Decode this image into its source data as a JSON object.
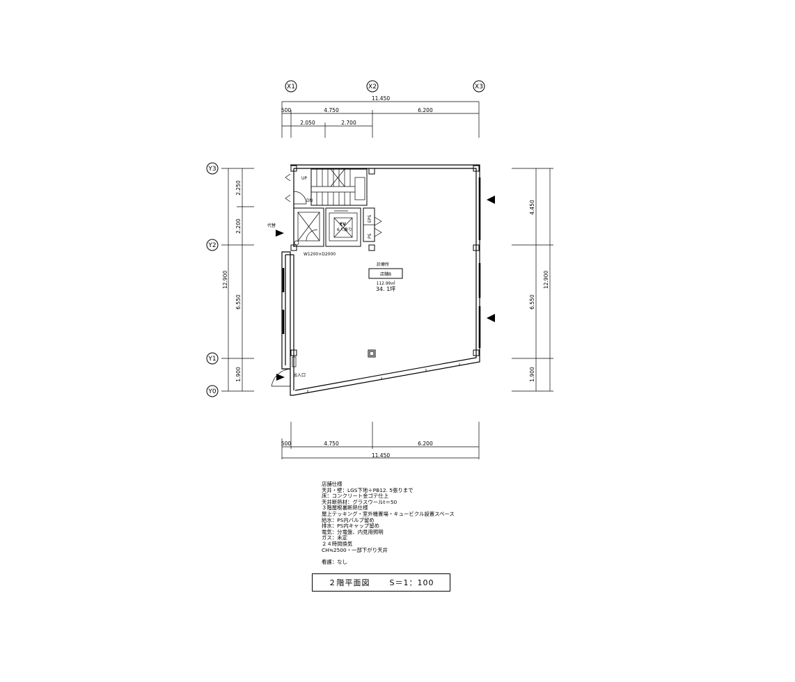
{
  "grid": {
    "x": [
      "X1",
      "X2",
      "X3"
    ],
    "y": [
      "Y3",
      "Y2",
      "Y1",
      "Y0"
    ]
  },
  "dims": {
    "total_width": "11.450",
    "top_row": [
      "500",
      "4.750",
      "6.200"
    ],
    "top_sub": [
      "2.050",
      "2.700"
    ],
    "bottom_row": [
      "500",
      "4.750",
      "6.200"
    ],
    "bottom_total": "11.450",
    "left_total": "12.900",
    "left_parts": [
      "2.250",
      "2.200",
      "6.550",
      "1.900"
    ],
    "right_total": "12.900",
    "right_parts": [
      "4.450",
      "6.550",
      "1.900"
    ]
  },
  "plan": {
    "up_label": "UP",
    "dn_label": "DN",
    "ev_label": "EV",
    "ev_cap": "6人乗り",
    "ps_label": "PS",
    "eps_label": "EPS",
    "shaft_note": "W1200×D2000",
    "entrance_left": "代替",
    "entrance_bottom": "出入口",
    "room_title": "診療所",
    "room_name": "店舗B",
    "area_m2": "112.99㎡",
    "area_tsubo": "34. 1坪"
  },
  "spec": {
    "lines": [
      "店舗仕様",
      "天井・壁：LGS下地＋PB12. 5張りまで",
      "床：コンクリート金ゴテ仕上",
      "天井断熱材：グラスウールt＝50",
      "３階屋根裏断熱仕様",
      "屋上テッキング・室外機置場・キュービクル設置スペース",
      "給水：PS内バルブ留め",
      "排水：PS内キャップ留め",
      "電気：分電盤、内見用照明",
      "ガス：未定",
      "２４時間換気",
      "CH≒2500・一部下がり天井"
    ],
    "note": "看護：なし"
  },
  "title": {
    "name": "２階平面図",
    "scale": "S＝1：100"
  }
}
